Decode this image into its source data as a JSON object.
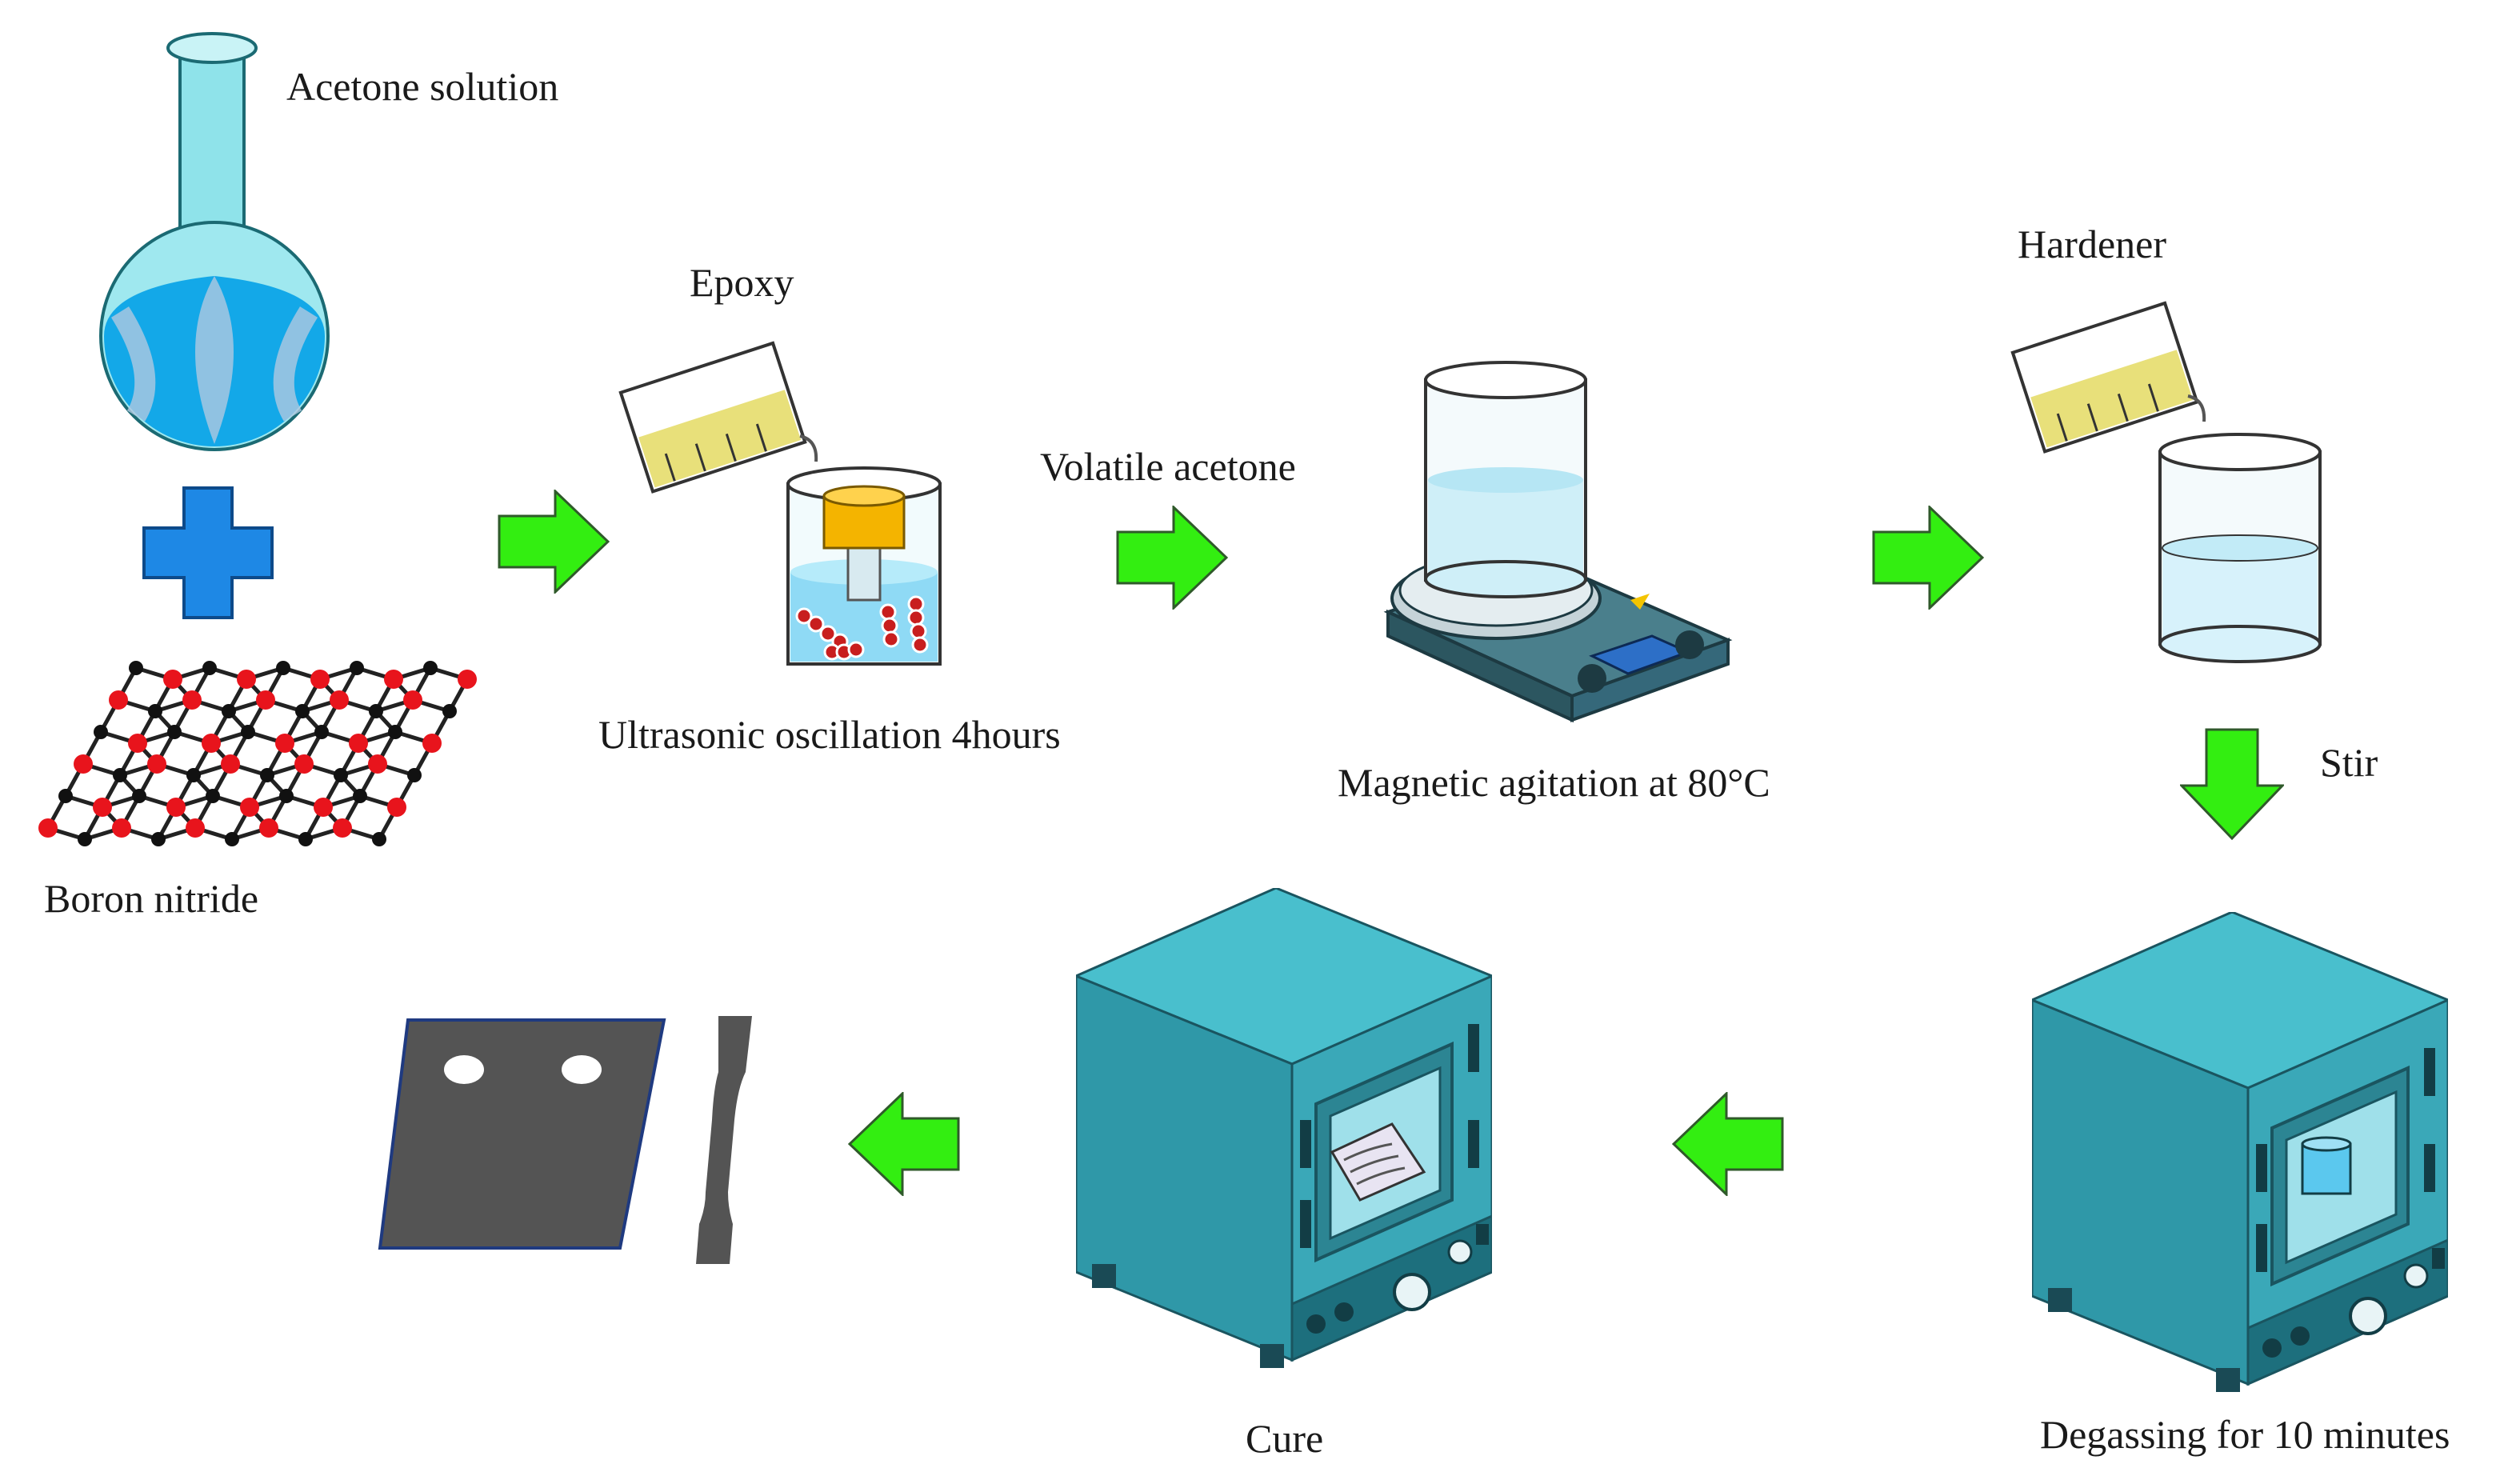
{
  "labels": {
    "acetone_solution": "Acetone solution",
    "boron_nitride": "Boron nitride",
    "epoxy": "Epoxy",
    "ultrasonic": "Ultrasonic oscillation 4hours",
    "volatile_acetone": "Volatile acetone",
    "magnetic": "Magnetic agitation at 80°C",
    "hardener": "Hardener",
    "stir": "Stir",
    "degassing": "Degassing for 10 minutes",
    "cure": "Cure"
  },
  "colors": {
    "arrow_green": "#33ee11",
    "plus_blue": "#1e88e5",
    "oven_teal": "#3aa8b8",
    "oven_dark": "#1d6f7d",
    "liquid_blue": "#7fd0f2",
    "epoxy_yellow": "#e8e07a",
    "boron_red": "#e8141c",
    "nitrogen_black": "#111111",
    "specimen_gray": "#545454"
  },
  "icons": [
    "flask-icon",
    "plus-icon",
    "boron-nitride-lattice-icon",
    "pouring-beaker-icon",
    "ultrasonic-beaker-icon",
    "magnetic-stirrer-icon",
    "beaker-icon",
    "vacuum-oven-icon",
    "curing-oven-icon",
    "test-specimen-icon",
    "arrow-icon"
  ]
}
